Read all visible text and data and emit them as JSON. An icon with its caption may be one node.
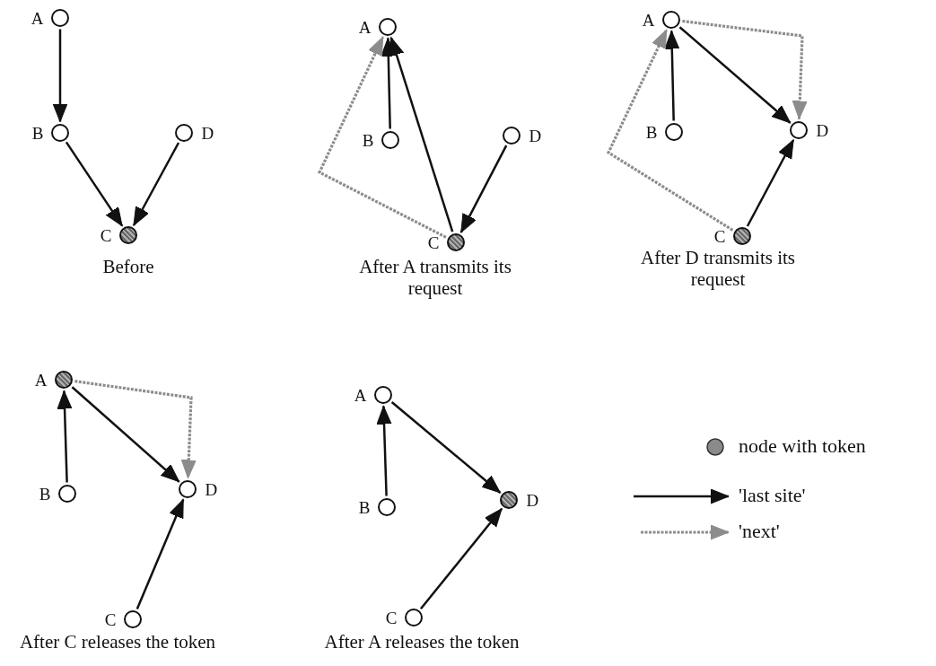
{
  "diagram": {
    "nodes": [
      {
        "text": [],
        "shape": "circle",
        "beside": [
          "A"
        ]
      },
      {
        "text": [],
        "shape": "circle",
        "beside": [
          "B"
        ]
      },
      {
        "text": [],
        "shape": "dot",
        "beside": [
          "C"
        ]
      },
      {
        "text": [],
        "shape": "circle",
        "beside": [
          "D"
        ]
      },
      {
        "text": [],
        "shape": "circle",
        "beside": [
          "A"
        ]
      },
      {
        "text": [],
        "shape": "circle",
        "beside": [
          "B"
        ]
      },
      {
        "text": [],
        "shape": "dot",
        "beside": [
          "C"
        ]
      },
      {
        "text": [],
        "shape": "circle",
        "beside": [
          "D"
        ]
      },
      {
        "text": [],
        "shape": "circle",
        "beside": [
          "A"
        ]
      },
      {
        "text": [],
        "shape": "circle",
        "beside": [
          "B"
        ]
      },
      {
        "text": [],
        "shape": "dot",
        "beside": [
          "C"
        ]
      },
      {
        "text": [],
        "shape": "circle",
        "beside": [
          "D"
        ]
      },
      {
        "text": [],
        "shape": "dot",
        "beside": [
          "A"
        ]
      },
      {
        "text": [],
        "shape": "circle",
        "beside": [
          "B"
        ]
      },
      {
        "text": [],
        "shape": "circle",
        "beside": [
          "C"
        ]
      },
      {
        "text": [],
        "shape": "circle",
        "beside": [
          "D"
        ]
      },
      {
        "text": [],
        "shape": "circle",
        "beside": [
          "A"
        ]
      },
      {
        "text": [],
        "shape": "circle",
        "beside": [
          "B"
        ]
      },
      {
        "text": [],
        "shape": "circle",
        "beside": [
          "C"
        ]
      },
      {
        "text": [],
        "shape": "dot",
        "beside": [
          "D"
        ]
      }
    ],
    "edges": [
      {
        "from": 0,
        "to": 1,
        "arrow": "to"
      },
      {
        "from": 1,
        "to": 2,
        "arrow": "to"
      },
      {
        "from": 3,
        "to": 2,
        "arrow": "to"
      },
      {
        "from": 5,
        "to": 4,
        "arrow": "to"
      },
      {
        "from": 6,
        "to": 4,
        "arrow": "to"
      },
      {
        "from": 7,
        "to": 6,
        "arrow": "to"
      },
      {
        "from": 6,
        "to": 4,
        "arrow": "to",
        "style": "dashed",
        "color": "#8c8c8c"
      },
      {
        "from": 9,
        "to": 8,
        "arrow": "to"
      },
      {
        "from": 8,
        "to": 11,
        "arrow": "to"
      },
      {
        "from": 10,
        "to": 11,
        "arrow": "to"
      },
      {
        "from": 10,
        "to": 8,
        "arrow": "to",
        "style": "dashed",
        "color": "#8c8c8c"
      },
      {
        "from": 8,
        "to": 11,
        "arrow": "to",
        "style": "dashed",
        "color": "#8c8c8c"
      },
      {
        "from": 13,
        "to": 12,
        "arrow": "to"
      },
      {
        "from": 12,
        "to": 15,
        "arrow": "to"
      },
      {
        "from": 14,
        "to": 15,
        "arrow": "to"
      },
      {
        "from": 12,
        "to": 15,
        "arrow": "to",
        "style": "dashed",
        "color": "#8c8c8c"
      },
      {
        "from": 17,
        "to": 16,
        "arrow": "to"
      },
      {
        "from": 16,
        "to": 19,
        "arrow": "to"
      },
      {
        "from": 18,
        "to": 19,
        "arrow": "to"
      }
    ],
    "labels": [
      "Before",
      "After A transmits its request",
      "After D transmits its request",
      "After C releases the token",
      "After A releases the token"
    ],
    "legend": [
      {
        "text": "node with token"
      },
      {
        "text": "'last site'"
      },
      {
        "text": "'next'"
      }
    ]
  }
}
